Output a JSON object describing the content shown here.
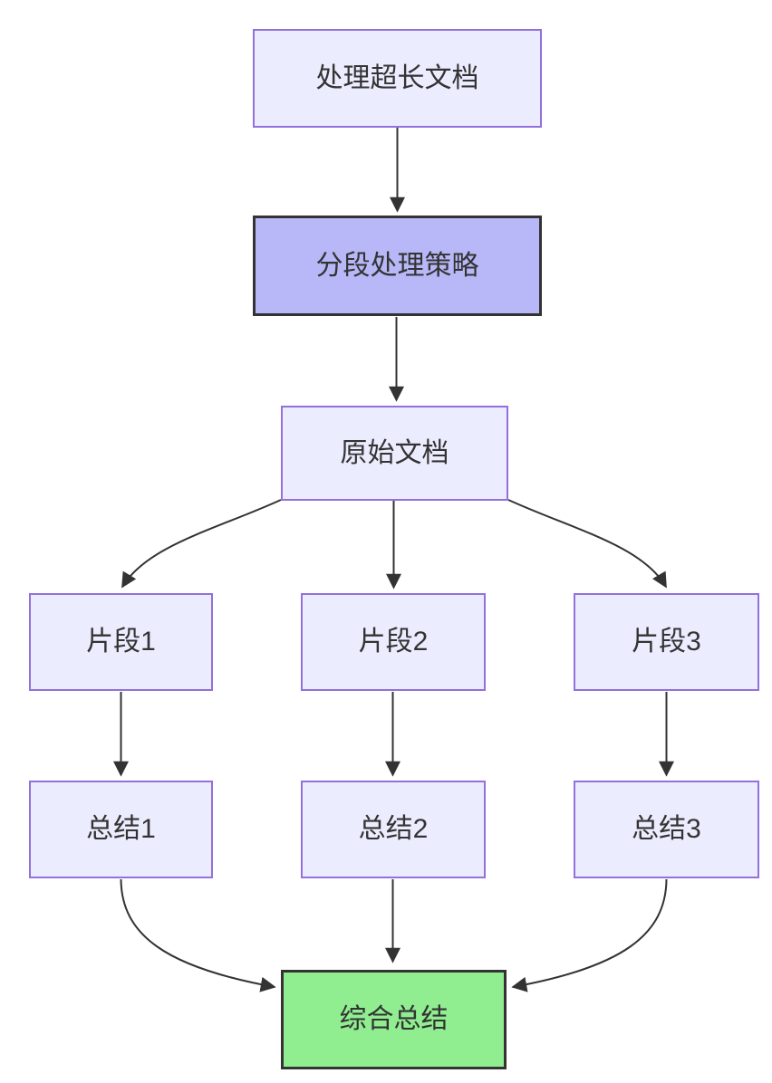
{
  "diagram": {
    "type": "flowchart",
    "direction": "top-down",
    "background_color": "#ffffff",
    "colors": {
      "node_fill": "#ECECFF",
      "node_border": "#9370DB",
      "emphasis_node_fill": "#b8b8f8",
      "emphasis_node_border": "#333333",
      "result_node_fill": "#90EE90",
      "result_node_border": "#333333",
      "edge_stroke": "#333333",
      "text_color": "#333333"
    },
    "nodes": [
      {
        "id": "title",
        "label": "处理超长文档",
        "style": "default"
      },
      {
        "id": "strategy",
        "label": "分段处理策略",
        "style": "emphasis"
      },
      {
        "id": "doc",
        "label": "原始文档",
        "style": "default"
      },
      {
        "id": "chunk1",
        "label": "片段1",
        "style": "default"
      },
      {
        "id": "chunk2",
        "label": "片段2",
        "style": "default"
      },
      {
        "id": "chunk3",
        "label": "片段3",
        "style": "default"
      },
      {
        "id": "sum1",
        "label": "总结1",
        "style": "default"
      },
      {
        "id": "sum2",
        "label": "总结2",
        "style": "default"
      },
      {
        "id": "sum3",
        "label": "总结3",
        "style": "default"
      },
      {
        "id": "final",
        "label": "综合总结",
        "style": "result"
      }
    ],
    "edges": [
      {
        "from": "title",
        "to": "strategy"
      },
      {
        "from": "strategy",
        "to": "doc"
      },
      {
        "from": "doc",
        "to": "chunk1"
      },
      {
        "from": "doc",
        "to": "chunk2"
      },
      {
        "from": "doc",
        "to": "chunk3"
      },
      {
        "from": "chunk1",
        "to": "sum1"
      },
      {
        "from": "chunk2",
        "to": "sum2"
      },
      {
        "from": "chunk3",
        "to": "sum3"
      },
      {
        "from": "sum1",
        "to": "final"
      },
      {
        "from": "sum2",
        "to": "final"
      },
      {
        "from": "sum3",
        "to": "final"
      }
    ]
  }
}
